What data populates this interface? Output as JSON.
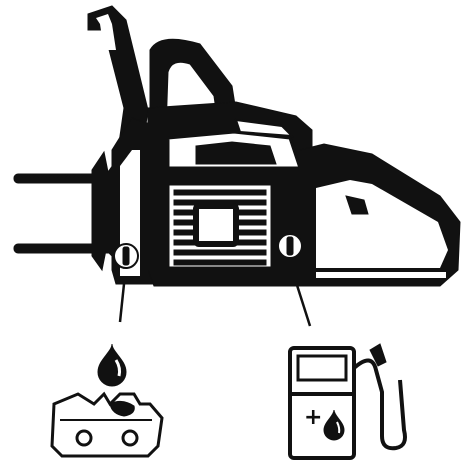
{
  "diagram": {
    "subject": "chainsaw-fluid-fillers",
    "colors": {
      "ink": "#111111",
      "paper": "#ffffff"
    },
    "callouts": [
      {
        "id": "chain-oil",
        "icon": "oil-drop-icon",
        "target": "saw-chain-icon"
      },
      {
        "id": "fuel",
        "icon": "fuel-pump-icon",
        "target": "oil-fuel-mix"
      }
    ]
  }
}
